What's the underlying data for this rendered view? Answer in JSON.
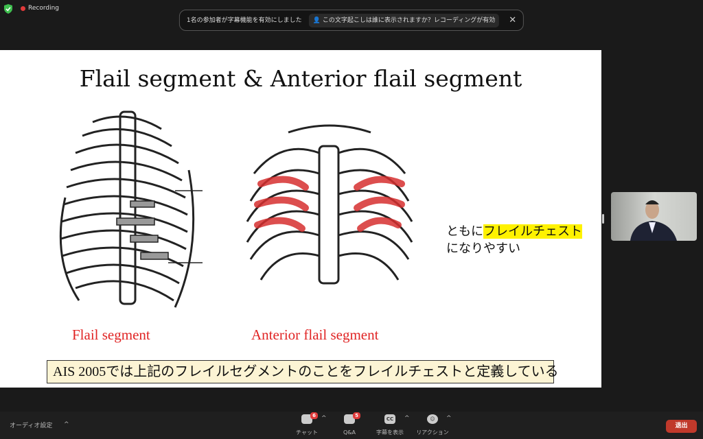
{
  "topbar": {
    "recording_label": "Recording"
  },
  "notification": {
    "message": "1名の参加者が字幕機能を有効にしました",
    "chip": "この文字起こしは誰に表示されますか？レコーディングが有効"
  },
  "slide": {
    "title": "Flail segment & Anterior flail segment",
    "caption_left": "Flail segment",
    "caption_right": "Anterior flail segment",
    "note_prefix": "ともに",
    "note_highlight": "フレイルチェスト",
    "note_line2": "になりやすい",
    "ais_box": "AIS 2005では上記のフレイルセグメントのことをフレイルチェストと定義している"
  },
  "toolbar": {
    "audio": "オーディオ設定",
    "chat": {
      "label": "チャット",
      "badge": "6"
    },
    "qa": {
      "label": "Q&A",
      "badge": "5"
    },
    "captions": {
      "label": "字幕を表示",
      "icon_text": "CC"
    },
    "reactions": {
      "label": "リアクション"
    },
    "leave": "退出"
  },
  "colors": {
    "accent_red": "#e02424",
    "leave": "#c0392b",
    "highlight": "#fff200"
  }
}
